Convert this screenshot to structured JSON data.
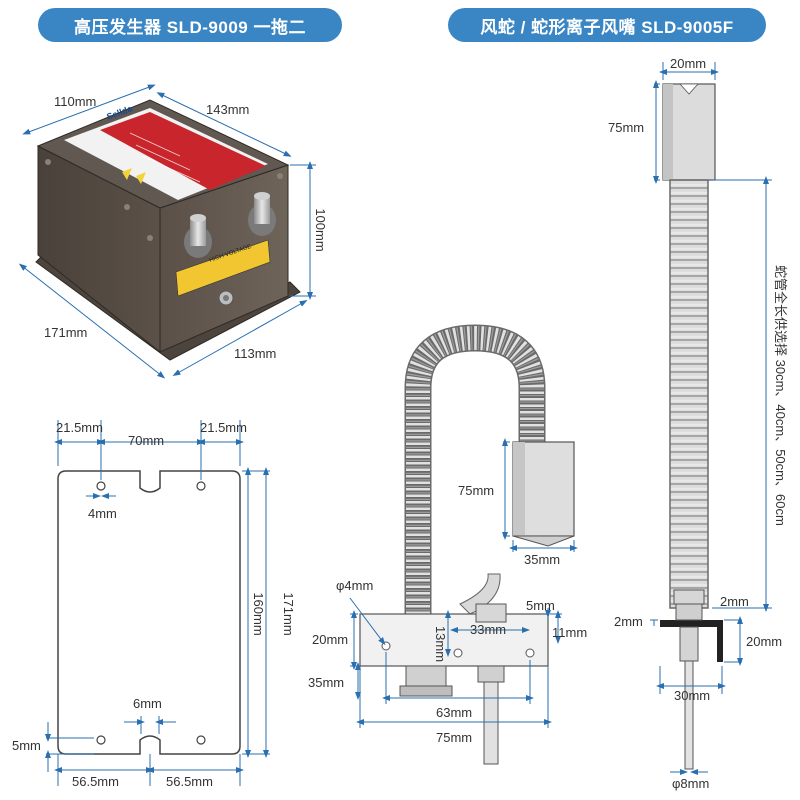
{
  "titles": {
    "left": "高压发生器  SLD-9009  一拖二",
    "right": "风蛇 / 蛇形离子风嘴  SLD-9005F"
  },
  "generator": {
    "brand": "Sellda",
    "label_warning": "HIGH VOLTAGE",
    "dims": {
      "depth": "110mm",
      "width": "143mm",
      "height": "100mm",
      "base_length": "171mm",
      "base_width": "113mm"
    }
  },
  "plate": {
    "dims": {
      "edge_left": "21.5mm",
      "hole_spacing": "70mm",
      "edge_right": "21.5mm",
      "hole_dia": "4mm",
      "height_inner": "160mm",
      "height_outer": "171mm",
      "slot_width": "6mm",
      "bottom_offset": "5mm",
      "half_left": "56.5mm",
      "half_right": "56.5mm"
    }
  },
  "nozzle": {
    "dims": {
      "head_len": "75mm",
      "head_dia": "35mm",
      "hole_dia": "φ4mm",
      "bracket_h": "20mm",
      "hole_offset": "13mm",
      "bracket_gap": "33mm",
      "bracket_top": "5mm",
      "bracket_side": "11mm",
      "bracket_depth": "35mm",
      "hole_span": "63mm",
      "bracket_len": "75mm"
    }
  },
  "side_view": {
    "dims": {
      "tip_dia": "20mm",
      "head_len": "75mm",
      "note": "蛇管全长供选择 30cm、40cm、50cm、60cm",
      "plate_left": "2mm",
      "plate_right": "2mm",
      "plate_h": "20mm",
      "plate_w": "30mm",
      "rod_dia": "φ8mm"
    }
  }
}
